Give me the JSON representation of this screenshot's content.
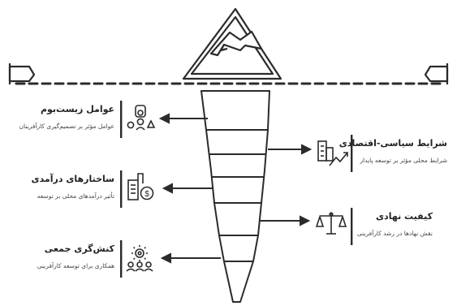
{
  "left_items": [
    {
      "title": "عوامل زیست‌بوم",
      "subtitle": "عوامل مؤثر بر تصمیم‌گیری کارآفرینان",
      "icon": "people-network-icon"
    },
    {
      "title": "ساختارهای درآمدی",
      "subtitle": "تأثیر درآمدهای محلی بر توسعه",
      "icon": "building-money-icon"
    },
    {
      "title": "کنش‌گری جمعی",
      "subtitle": "همکاری برای توسعه کارآفرینی",
      "icon": "gear-team-icon"
    }
  ],
  "right_items": [
    {
      "title": "شرایط سیاسی-اقتصادی",
      "subtitle": "شرایط محلی مؤثر بر توسعه پایدار",
      "icon": "city-growth-icon"
    },
    {
      "title": "کیفیت نهادی",
      "subtitle": "نقش نهادها در رشد کارآفرینی",
      "icon": "balance-scale-icon"
    }
  ],
  "colors": {
    "ink": "#2b2b2b",
    "background": "#ffffff"
  }
}
